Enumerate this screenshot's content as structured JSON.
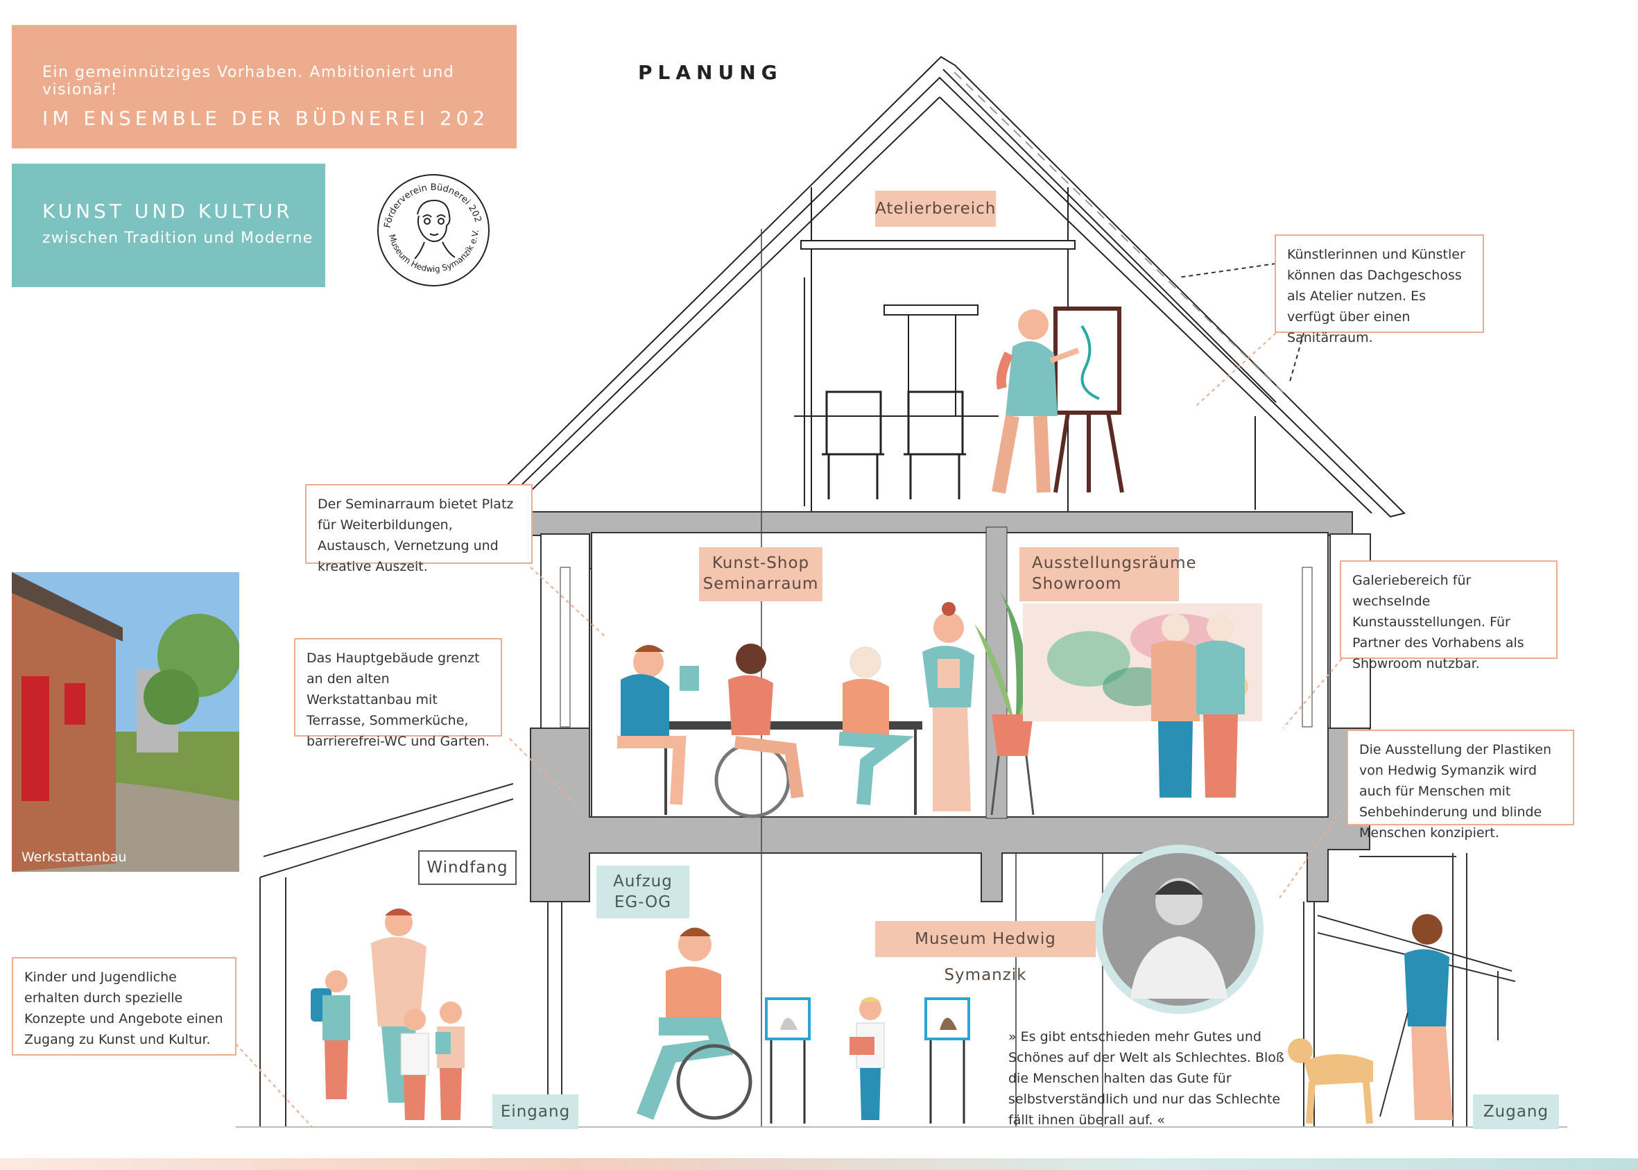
{
  "header": {
    "subtitle": "Ein gemeinnütziges Vorhaben. Ambitioniert und visionär!",
    "title": "IM ENSEMBLE DER BÜDNEREI 202"
  },
  "teal_box": {
    "title": "KUNST UND KULTUR",
    "subtitle": "zwischen Tradition und Moderne"
  },
  "seal": {
    "text_top": "Förderverein Büdnerei 202",
    "text_bottom": "Museum Hedwig Symanzik e.V."
  },
  "planung": "PLANUNG",
  "room_labels": {
    "atelier": "Atelierbereich",
    "kunst_shop": "Kunst-Shop",
    "seminarraum": "Seminarraum",
    "ausstellung": "Ausstellungsräume",
    "showroom": "Showroom",
    "windfang": "Windfang",
    "aufzug": "Aufzug",
    "aufzug_sub": "EG-OG",
    "museum": "Museum Hedwig Symanzik",
    "eingang": "Eingang",
    "zugang": "Zugang"
  },
  "notes": {
    "atelier": "Künstlerinnen und Künstler können das Dachgeschoss als Atelier nutzen. Es verfügt über einen Sanitärraum.",
    "seminar": "Der Seminarraum bietet Platz für Weiterbildungen, Austausch, Vernetzung und kreative Auszeit.",
    "hauptgebaeude": "Das Hauptgebäude grenzt an den alten Werkstattanbau mit Terrasse, Sommerküche, barrierefrei-WC und Garten.",
    "galerie": "Galeriebereich für wechselnde Kunstausstellungen. Für Partner des Vorhabens als Showroom nutzbar.",
    "plastiken": "Die Ausstellung der Plastiken von Hedwig Symanzik wird auch für Menschen mit Sehbehinderung und blinde Menschen konzipiert.",
    "kinder": "Kinder und Jugendliche erhalten durch spezielle Konzepte und Angebote einen Zugang zu Kunst und Kultur."
  },
  "photo_caption": "Werkstattanbau",
  "quote": "» Es gibt entschieden mehr Gutes und Schönes auf der Welt als Schlechtes. Bloß die Menschen halten das Gute für selbstverständlich und nur das Schlechte fällt ihnen überall auf. «",
  "colors": {
    "peach": "#eeac8f",
    "teal": "#7cc2c0",
    "label_peach": "#f4c5af",
    "label_teal": "#cfe7e6",
    "floor_gray": "#a8a8a8"
  }
}
